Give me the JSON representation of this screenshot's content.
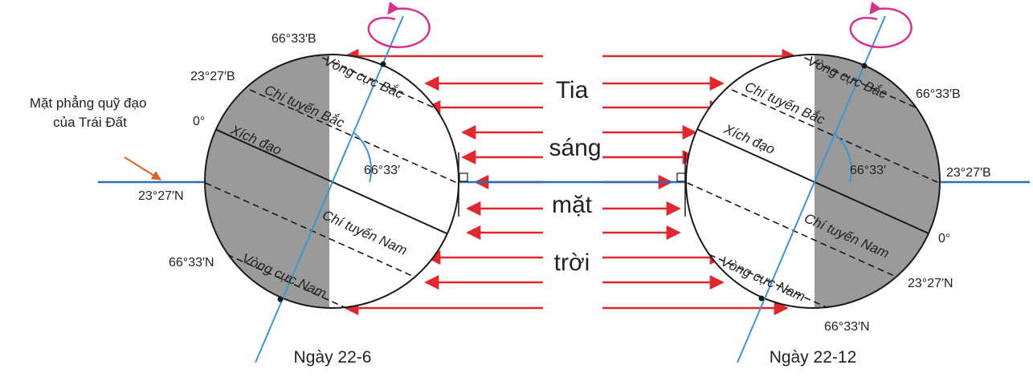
{
  "colors": {
    "ray": "#e0282e",
    "axis": "#3d95cf",
    "orbit": "#2a6fb3",
    "rotation": "#d8328f",
    "night": "#9a9a9a",
    "line": "#1a1a1a",
    "pointer": "#d9622b"
  },
  "left_caption": "Mặt phẳng quỹ đạo\ncủa Trái Đất",
  "sun_rays": [
    "Tia",
    "sáng",
    "mặt",
    "trời"
  ],
  "june": {
    "caption": "Ngày 22-6",
    "lat_66N": "66°33′B",
    "lat_23N": "23°27′B",
    "lat_0": "0°",
    "lat_23S": "23°27′N",
    "lat_66S": "66°33′N",
    "angle": "66°33′",
    "arctic_circle": "Vòng cực Bắc",
    "tropic_cancer": "Chí tuyến Bắc",
    "equator": "Xích đạo",
    "tropic_capricorn": "Chí tuyến Nam",
    "antarctic_circle": "Vòng cực Nam"
  },
  "december": {
    "caption": "Ngày 22-12",
    "lat_66N": "66°33′B",
    "lat_23N": "23°27′B",
    "lat_0": "0°",
    "lat_23S": "23°27′N",
    "lat_66S": "66°33′N",
    "angle": "66°33′",
    "arctic_circle": "Vòng cực Bắc",
    "tropic_cancer": "Chí tuyến Bắc",
    "equator": "Xích đạo",
    "tropic_capricorn": "Chí tuyến Nam",
    "antarctic_circle": "Vòng cực Nam"
  }
}
